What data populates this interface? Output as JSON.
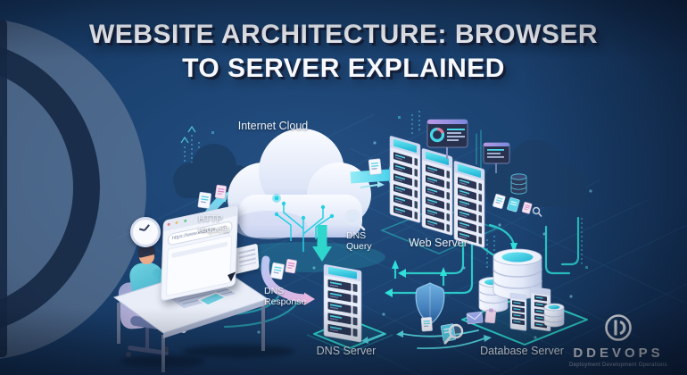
{
  "title": {
    "line1": "WEBSITE ARCHITECTURE: BROWSER",
    "line2": "TO SERVER EXPLAINED"
  },
  "diagram": {
    "internet_cloud_label": "Internet Cloud",
    "http_request": {
      "line1": "HTTP",
      "line2": "request"
    },
    "dns_query": {
      "line1": "DNS",
      "line2": "Query"
    },
    "dns_response": {
      "line1": "DNS",
      "line2": "Response"
    },
    "web_server_label": "Web Server",
    "dns_server_label": "DNS Server",
    "database_server_label": "Database Server",
    "browser_url": "https://www.example.com"
  },
  "logo": {
    "name": "DDEVOPS",
    "tagline": "Deployment Development Operations"
  },
  "icons": {
    "dns_query": "magnifier-icon",
    "security": "shield-icon",
    "time": "wall-clock-icon",
    "analytics": "donut-chart-icon",
    "files": "document-icon",
    "mail": "envelope-icon",
    "pointer": "cursor-arrow-icon"
  },
  "colors": {
    "bg_center": "#1d4a77",
    "bg_edge": "#081830",
    "accent_cyan": "#3fd8ec",
    "accent_teal": "#2ed8c4",
    "accent_lavender": "#c9b2e8",
    "accent_pink": "#e3b4e2",
    "server_body": "#e7ecf8",
    "panel_dark": "#2c3654",
    "shield_blue": "#4a8cc8",
    "dark_cloud": "#1c3f68",
    "watermark": "#93a0b5",
    "label_text": "#edf3fb",
    "title_text": "#f7f9fe",
    "title_shadow": "#151f38"
  }
}
